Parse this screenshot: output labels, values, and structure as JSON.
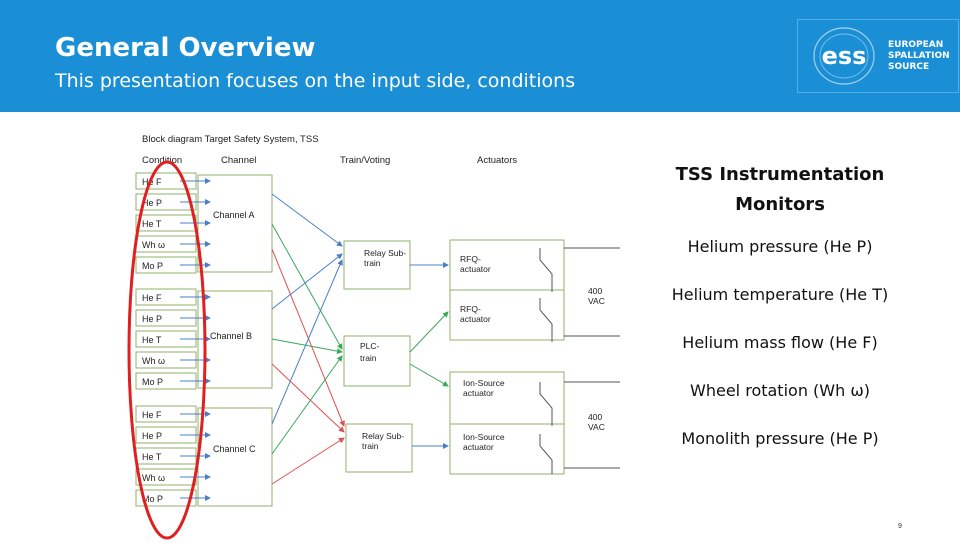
{
  "slide": {
    "title": "General Overview",
    "subtitle": "This presentation focuses on the input side, conditions",
    "page_number": "9",
    "header_color": "#1a8fd6"
  },
  "logo": {
    "mark": "ess",
    "words": [
      "EUROPEAN",
      "SPALLATION",
      "SOURCE"
    ]
  },
  "diagram": {
    "title": "Block diagram Target Safety System, TSS",
    "col_headers": [
      "Condition",
      "Channel",
      "Train/Voting",
      "Actuators"
    ],
    "channels": [
      {
        "label": "Channel A",
        "conditions": [
          "He F",
          "He P",
          "He T",
          "Wh ω",
          "Mo P"
        ]
      },
      {
        "label": "Channel B",
        "conditions": [
          "He F",
          "He P",
          "He T",
          "Wh ω",
          "Mo P"
        ]
      },
      {
        "label": "Channel C",
        "conditions": [
          "He F",
          "He P",
          "He T",
          "Wh ω",
          "Mo P"
        ]
      }
    ],
    "trains": [
      "Relay Sub-train",
      "PLC-train",
      "Relay Sub-train"
    ],
    "actuators": [
      "RFQ-actuator",
      "RFQ-actuator",
      "Ion-Source actuator",
      "Ion-Source actuator"
    ],
    "supply_labels": [
      "400 VAC",
      "400 VAC"
    ],
    "colors": {
      "blue": "#4a7fc7",
      "green": "#3aaa5a",
      "red": "#e05050",
      "highlight": "#e02020"
    }
  },
  "monitors": {
    "title_lines": [
      "TSS Instrumentation",
      "Monitors"
    ],
    "items": [
      "Helium pressure (He P)",
      "Helium temperature (He T)",
      "Helium mass flow (He F)",
      "Wheel rotation (Wh ω)",
      "Monolith pressure (He P)"
    ]
  }
}
